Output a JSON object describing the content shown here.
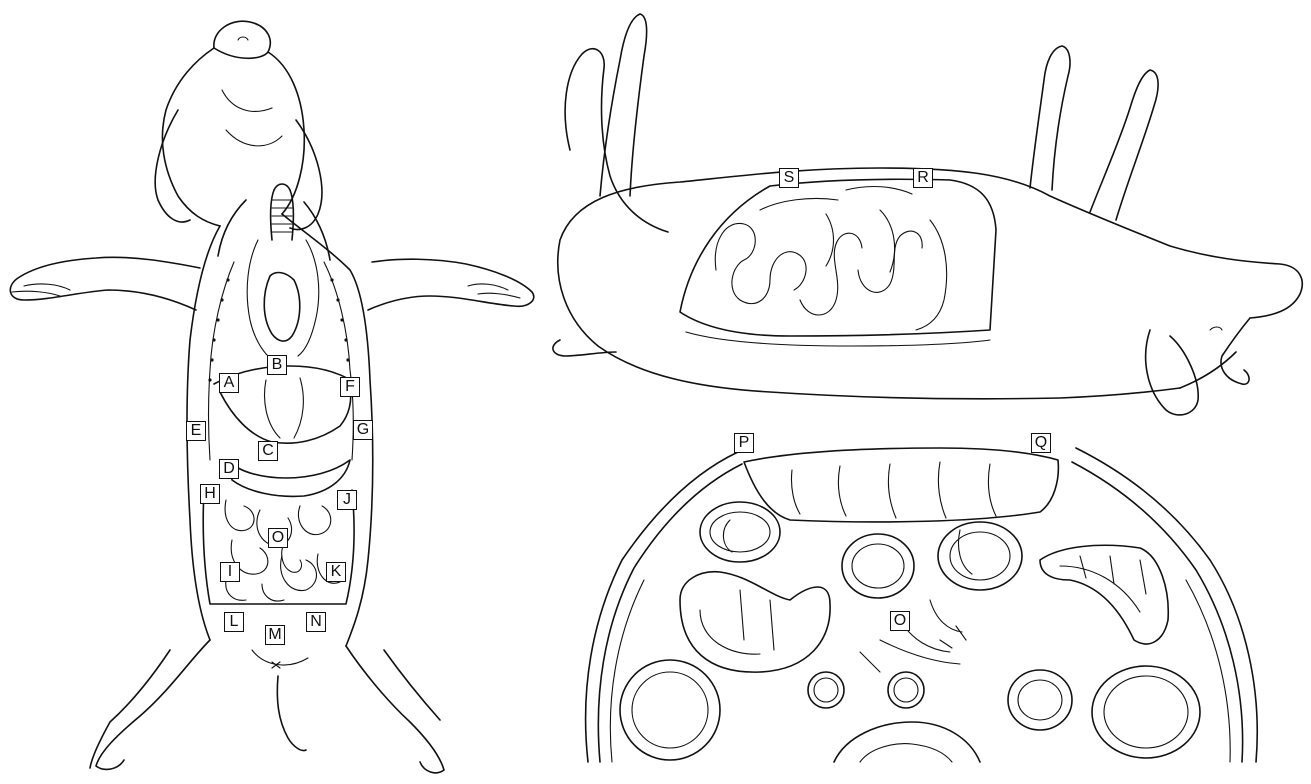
{
  "labels": {
    "A": "A",
    "B": "B",
    "C": "C",
    "D": "D",
    "E": "E",
    "F": "F",
    "G": "G",
    "H": "H",
    "I": "I",
    "J": "J",
    "K": "K",
    "L": "L",
    "M": "M",
    "N": "N",
    "O1": "O",
    "O2": "O",
    "P": "P",
    "Q": "Q",
    "R": "R",
    "S": "S"
  }
}
